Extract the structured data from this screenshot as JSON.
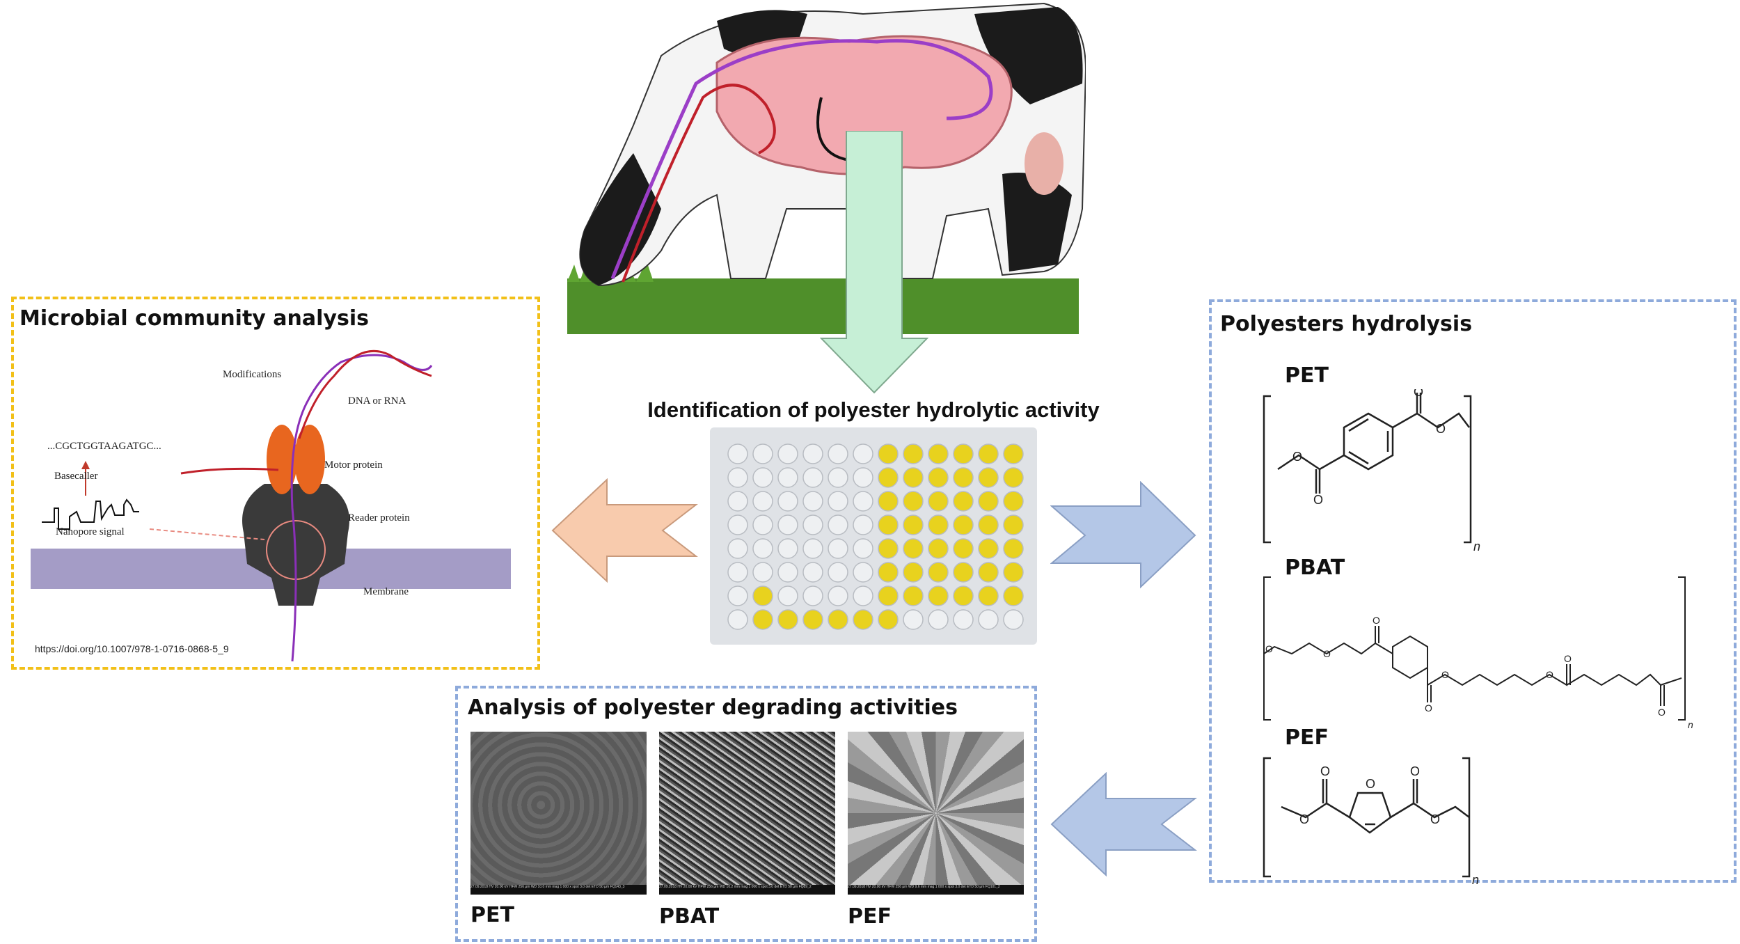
{
  "center": {
    "title": "Identification of polyester hydrolytic activity"
  },
  "microbial": {
    "title": "Microbial community analysis",
    "labels": {
      "modifications": "Modifications",
      "dna_rna": "DNA or RNA",
      "sequence": "...CGCTGGTAAGATGC...",
      "basecaller": "Basecaller",
      "motor": "Motor protein",
      "nanopore": "Nanopore signal",
      "reader": "Reader protein",
      "membrane": "Membrane",
      "doi": "https://doi.org/10.1007/978-1-0716-0868-5_9"
    }
  },
  "hydrolysis": {
    "title": "Polyesters hydrolysis",
    "polymers": [
      "PET",
      "PBAT",
      "PEF"
    ],
    "atom_o": "O",
    "repeat_n": "n"
  },
  "analysis": {
    "title": "Analysis of polyester degrading activities",
    "samples": [
      "PET",
      "PBAT",
      "PEF"
    ],
    "sem_info": [
      "27.09.2018  HV 20.00 kV  HFW 256 µm  WD 10.0 mm  mag 1 000 x  spot 3.0  det ETD  50 µm  FQ143_3",
      "27.09.2018  HV 20.00 kV  HFW 256 µm  WD 10.2 mm  mag 1 000 x  spot 3.0  det ETD  50 µm  FQ89_2",
      "27.09.2018  HV 20.00 kV  HFW 256 µm  WD 9.6 mm  mag 1 000 x  spot 3.0  det ETD  50 µm  FQ101_2"
    ]
  },
  "colors": {
    "yellow_border": "#f2c018",
    "blue_border": "#8eaadb",
    "green_arrow": "#c6efd6",
    "orange_arrow": "#f8cbad",
    "blue_arrow": "#b4c7e7",
    "well_yellow": "#e8d21e"
  }
}
